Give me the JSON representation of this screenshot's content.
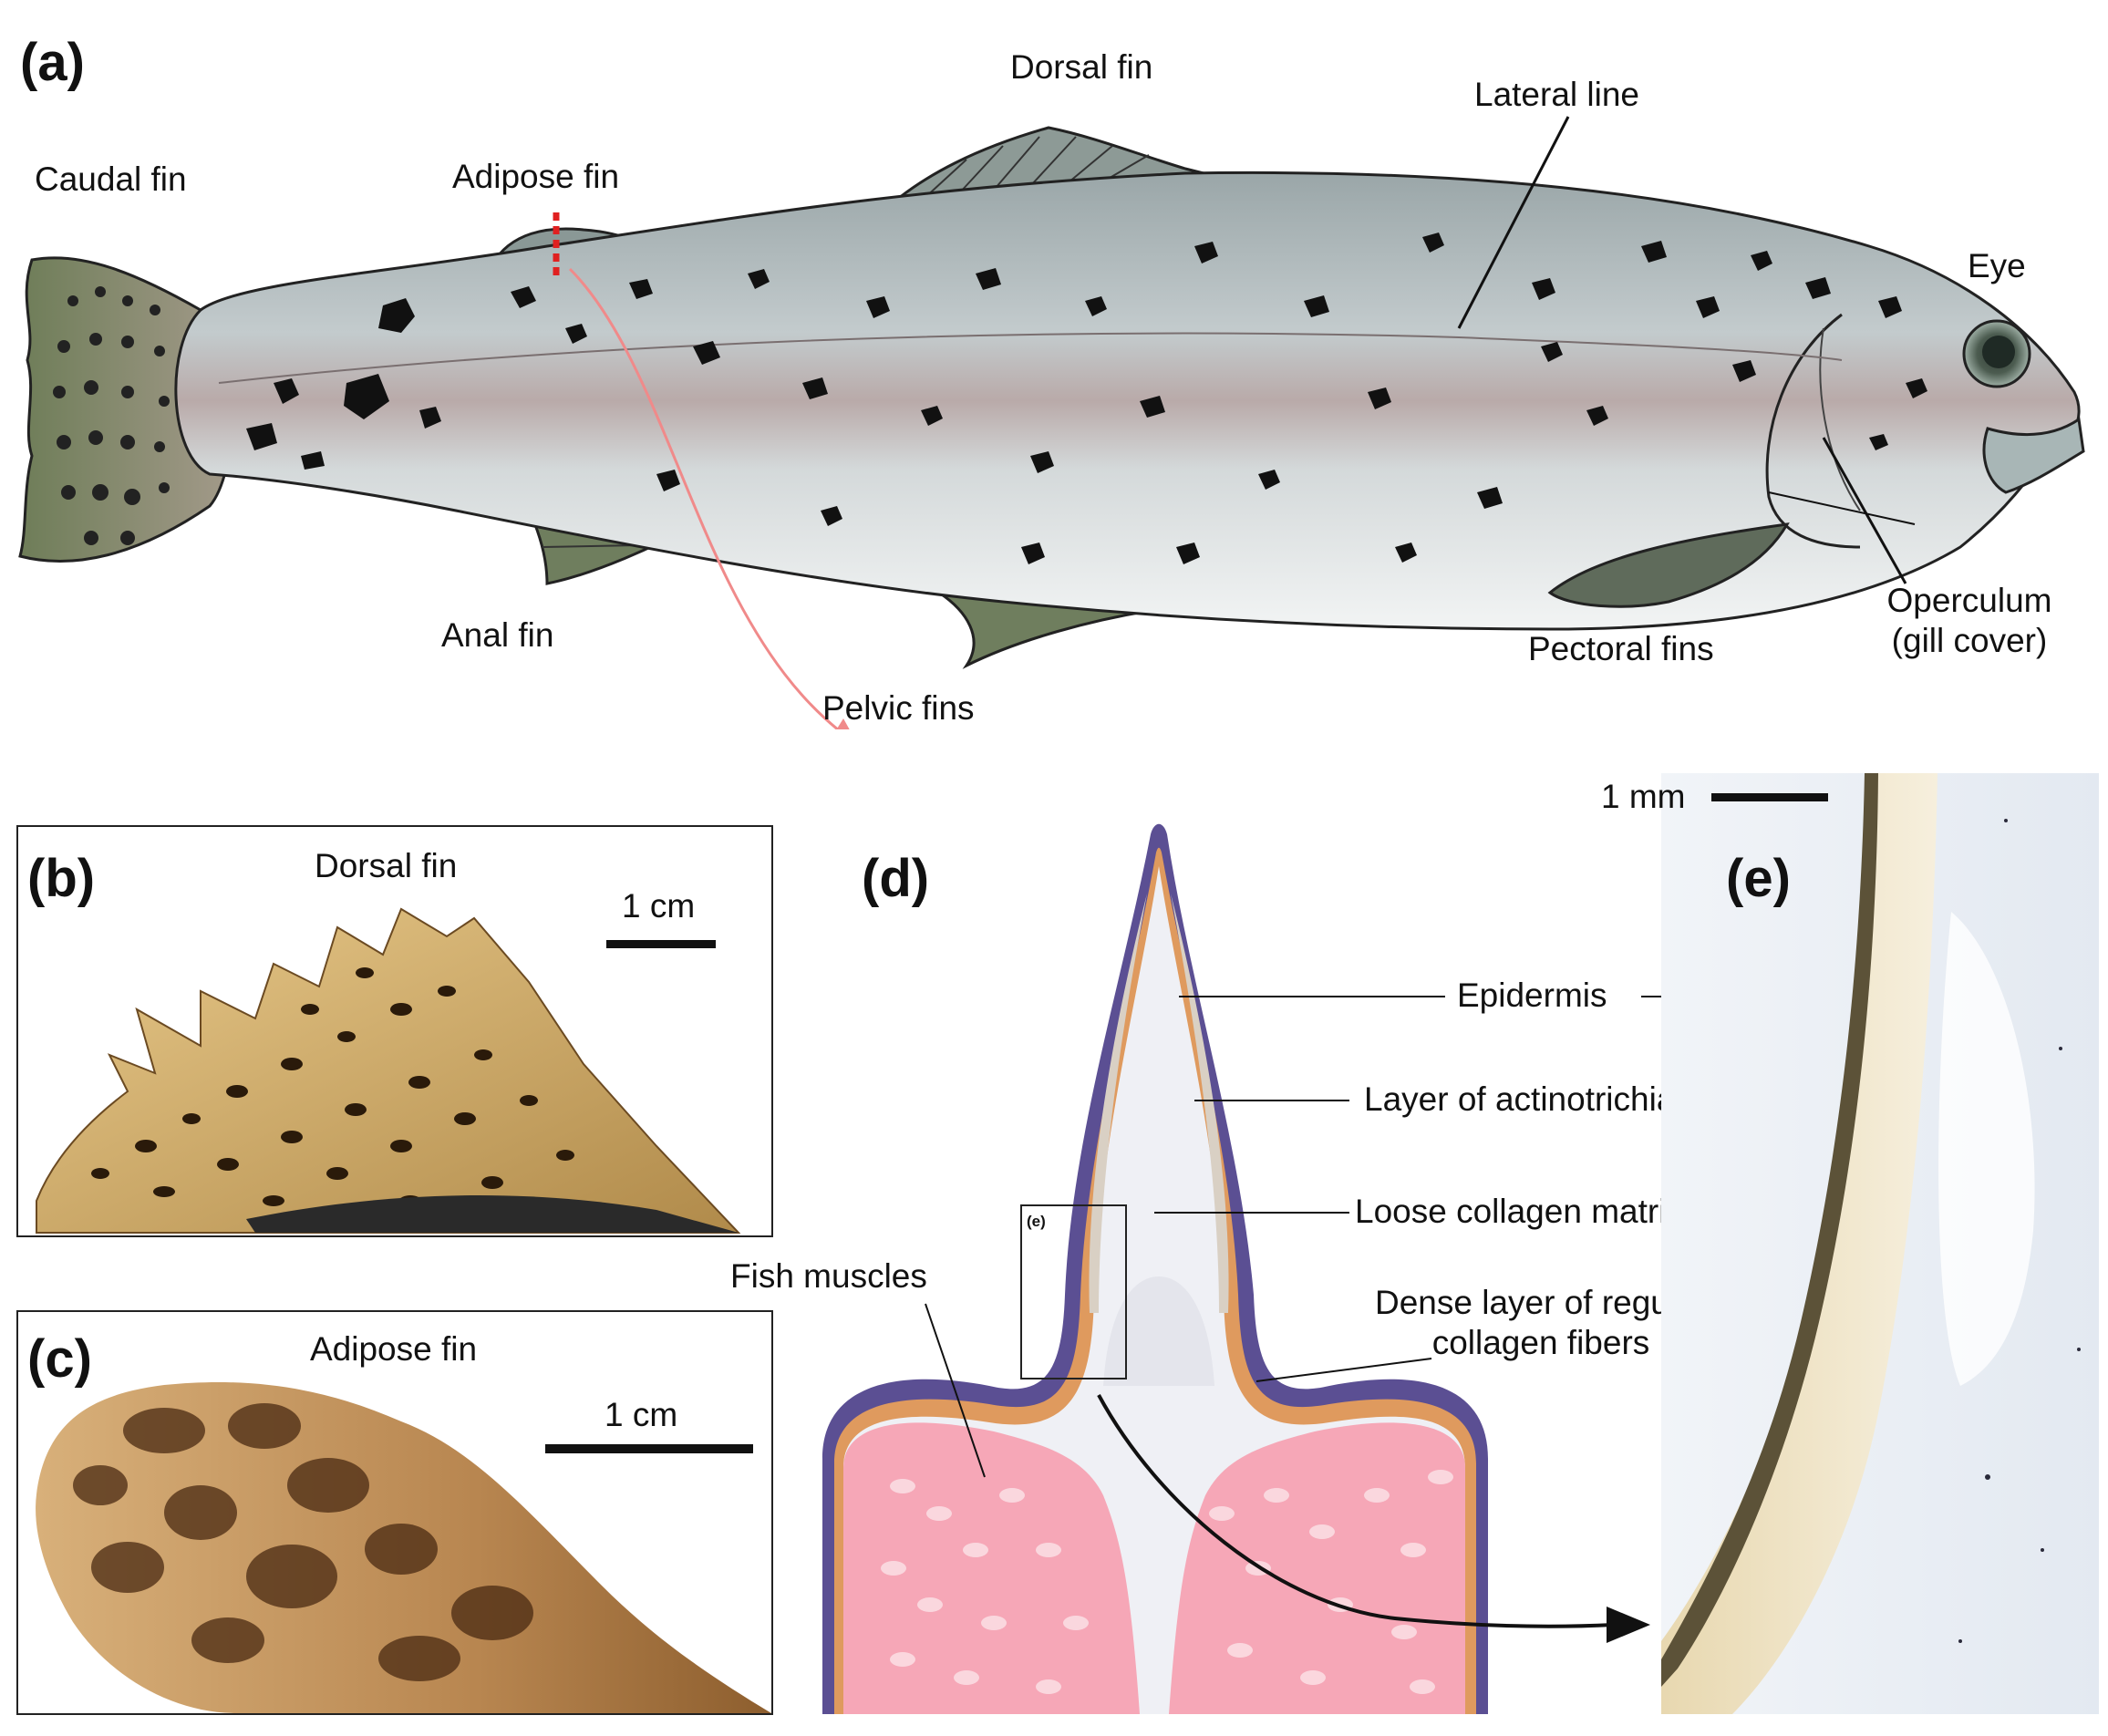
{
  "panels": {
    "a": "(a)",
    "b": "(b)",
    "c": "(c)",
    "d": "(d)",
    "e": "(e)"
  },
  "fish_labels": {
    "caudal": "Caudal fin",
    "adipose": "Adipose fin",
    "dorsal": "Dorsal fin",
    "lateral": "Lateral line",
    "eye": "Eye",
    "operculum_1": "Operculum",
    "operculum_2": "(gill cover)",
    "pectoral": "Pectoral fins",
    "anal": "Anal fin",
    "pelvic": "Pelvic fins"
  },
  "panel_b": {
    "title": "Dorsal fin",
    "scale": "1 cm"
  },
  "panel_c": {
    "title": "Adipose fin",
    "scale": "1 cm"
  },
  "panel_d": {
    "inset": "(e)",
    "muscles": "Fish muscles",
    "epidermis": "Epidermis",
    "actino": "Layer of actinotrichia",
    "loose": "Loose collagen matrix",
    "dense_1": "Dense layer of regular",
    "dense_2": "collagen fibers"
  },
  "panel_e": {
    "scale": "1 mm"
  },
  "colors": {
    "epidermis": "#5b4f93",
    "dense_layer": "#df9a5e",
    "muscle": "#f6a7b7",
    "matrix": "#eff0f5",
    "actinotrichia": "#d9d0c4",
    "fish_body": "#c9d0d2",
    "fin_green": "#6f7e5e",
    "arrow_red": "#f08a8a"
  }
}
